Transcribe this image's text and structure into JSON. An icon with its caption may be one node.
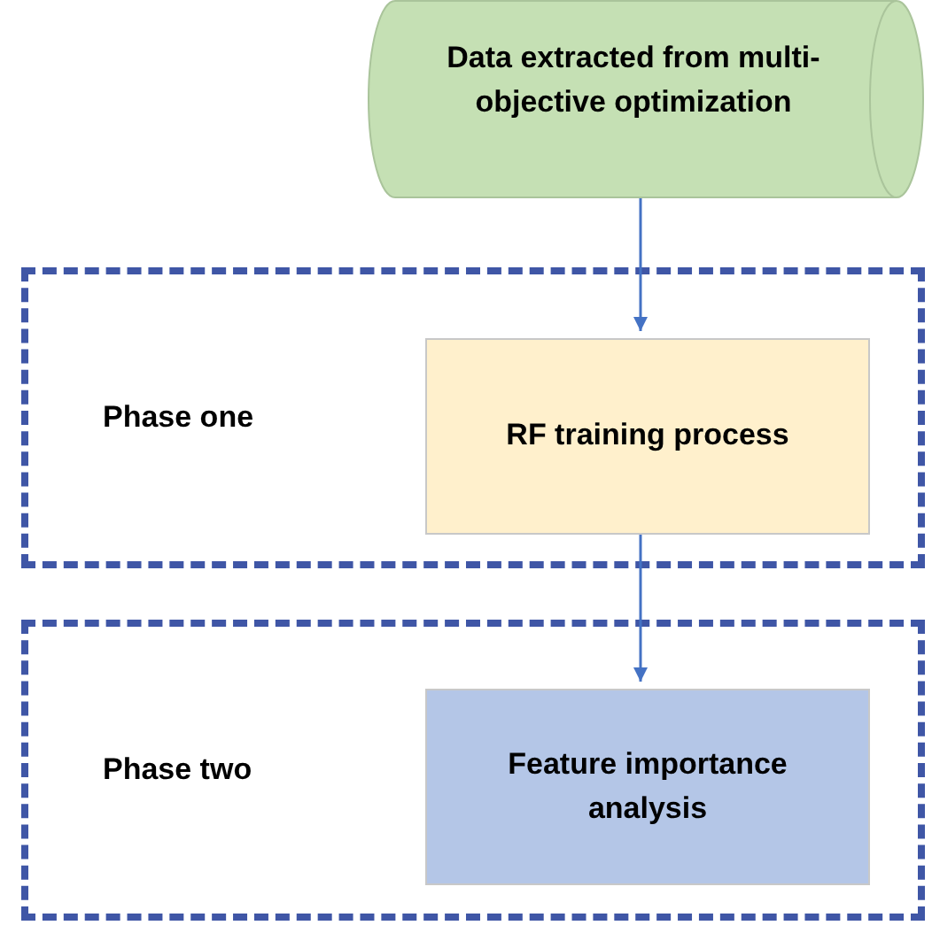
{
  "diagram": {
    "nodes": [
      {
        "text": [
          "Data extracted from multi-objective optimization"
        ]
      },
      {
        "text": [
          "Phase one"
        ]
      },
      {
        "text": [
          "RF training process"
        ],
        "in": 1
      },
      {
        "text": [
          "Phase two"
        ]
      },
      {
        "text": [
          "Feature importance analysis"
        ],
        "in": 3
      }
    ],
    "edges": [
      {
        "from": 0,
        "to": 2,
        "arrow": "to"
      },
      {
        "from": 2,
        "to": 4,
        "arrow": "to"
      }
    ]
  }
}
